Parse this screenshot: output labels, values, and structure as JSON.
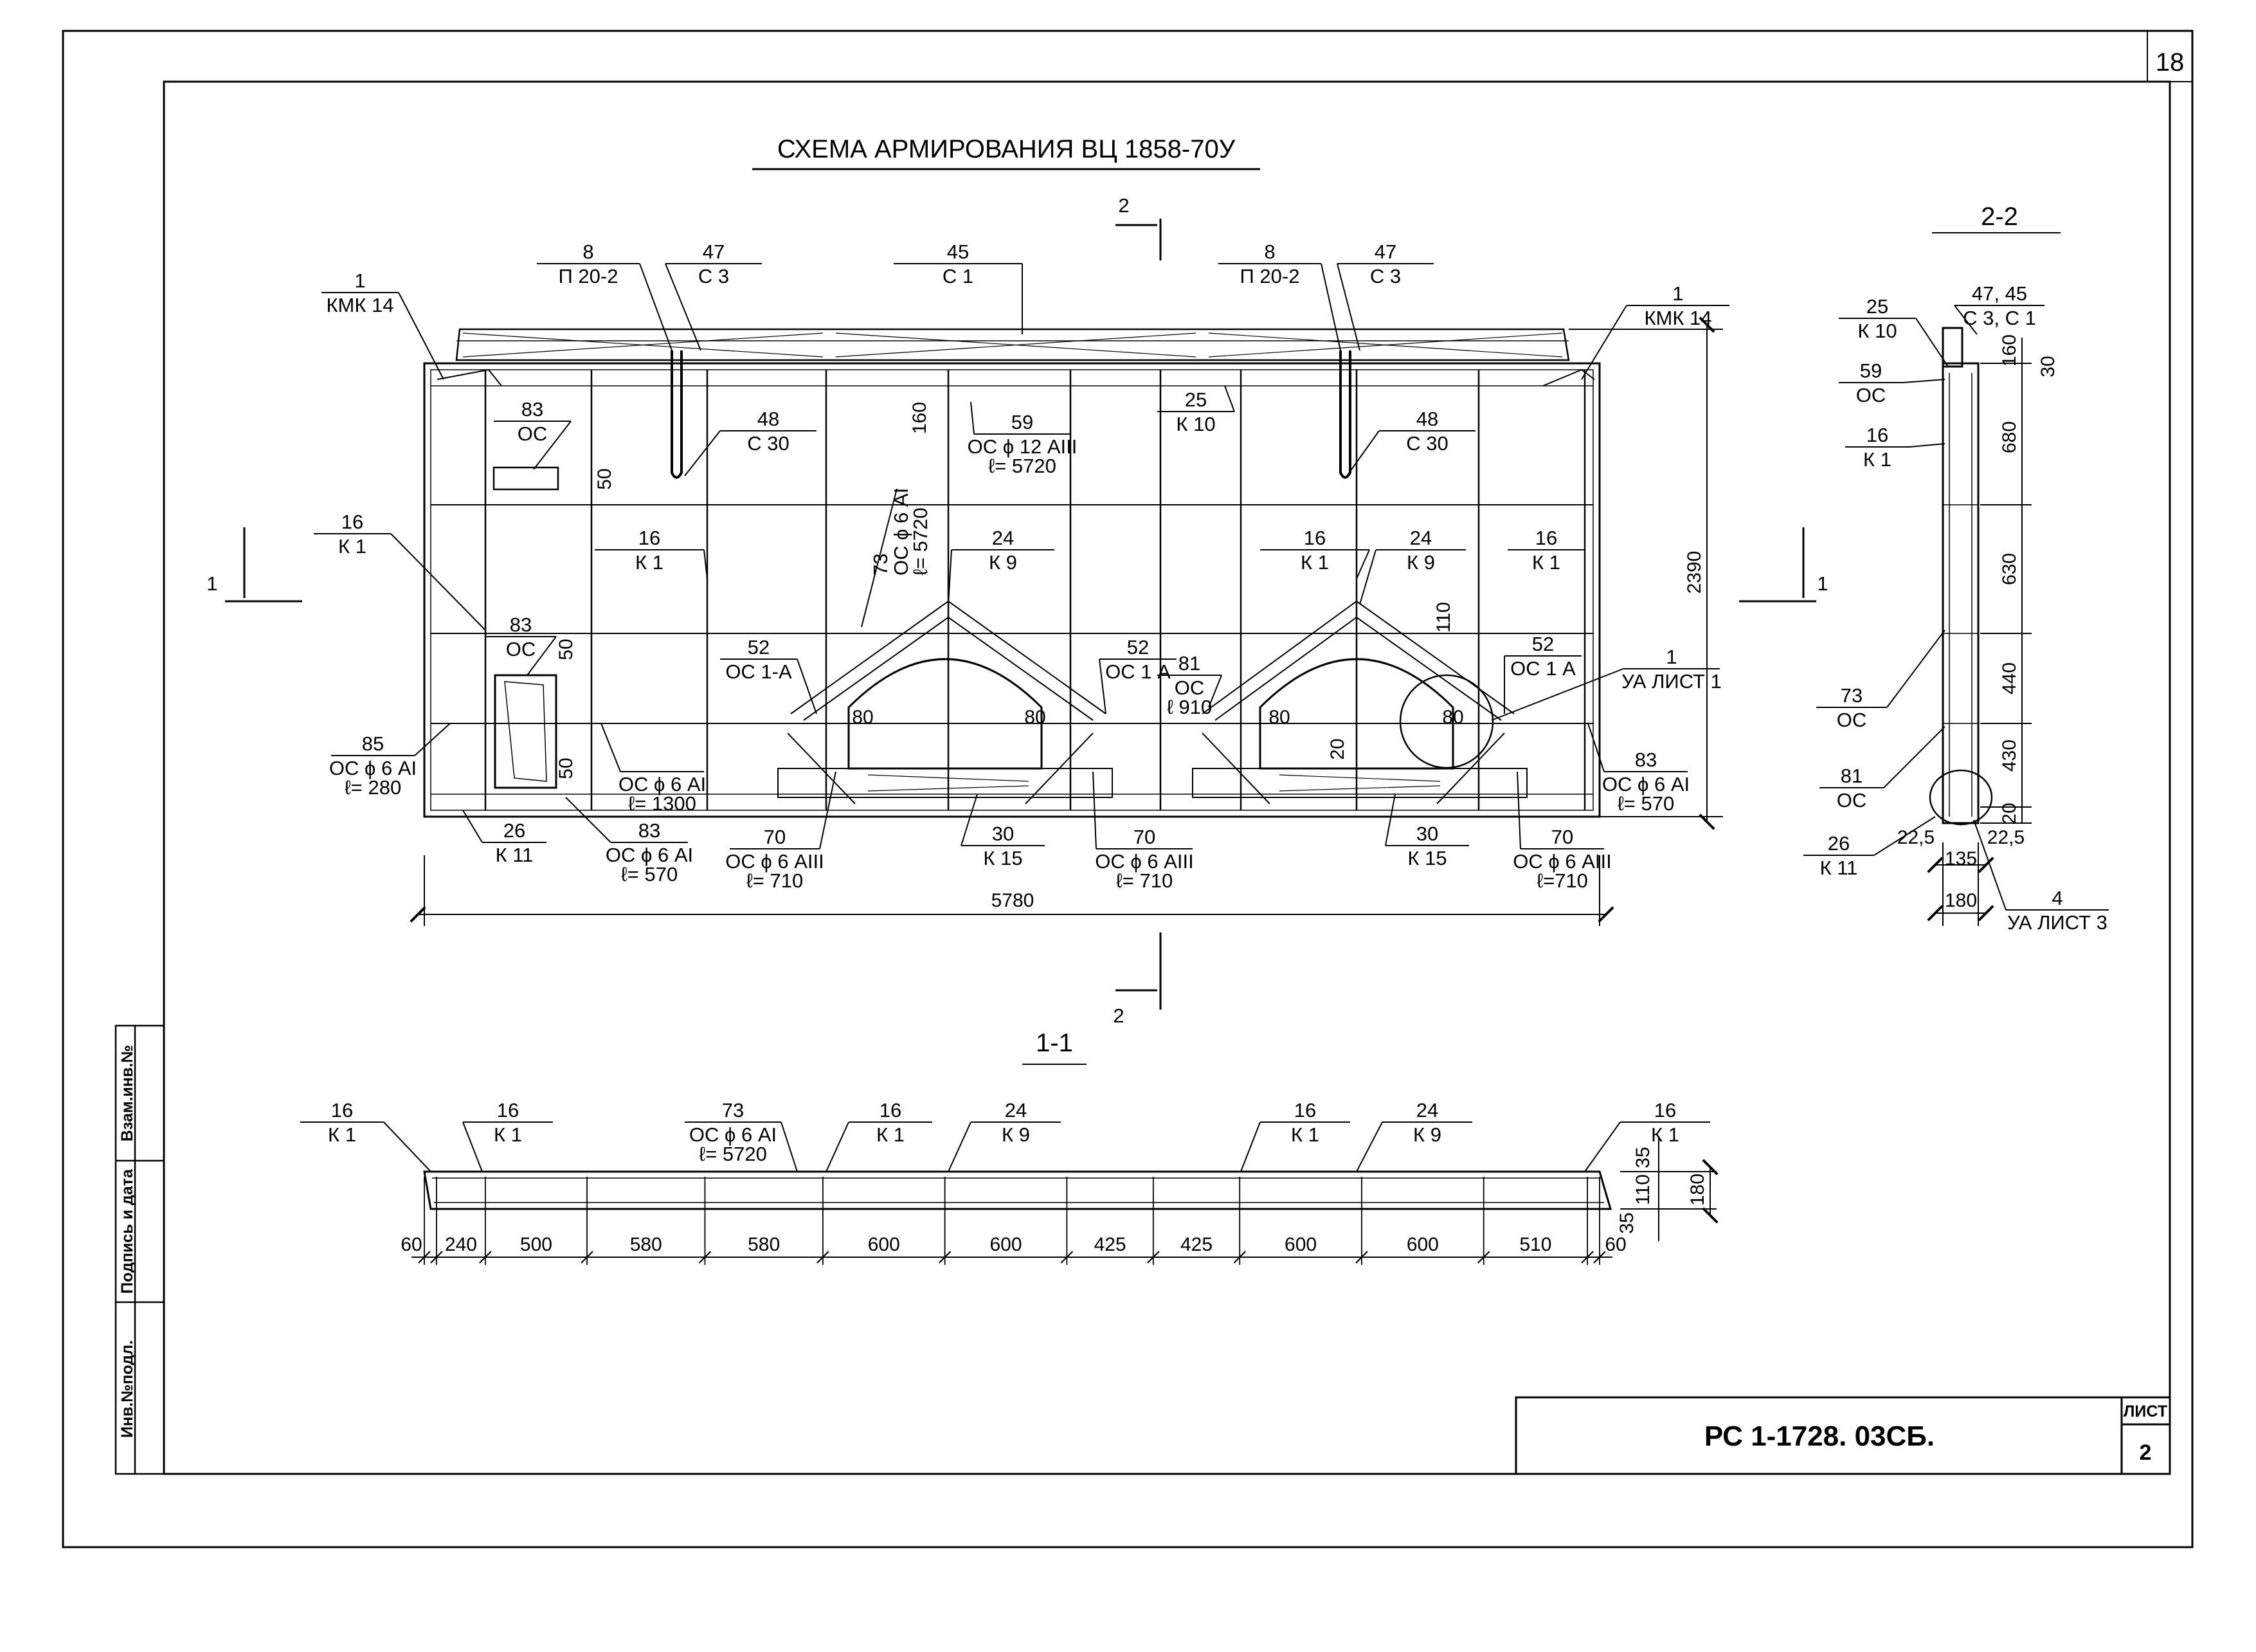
{
  "sheet_number": "18",
  "title": "СХЕМА АРМИРОВАНИЯ ВЦ 1858-70У",
  "section_marks": {
    "cut": "2",
    "left": "1",
    "right": "1",
    "bottom_cut": "2"
  },
  "sections": {
    "s11": "1-1",
    "s22": "2-2"
  },
  "elevation": {
    "callouts": [
      {
        "id": "c1a",
        "n": "1",
        "m": "КМК 14"
      },
      {
        "id": "c8a",
        "n": "8",
        "m": "П 20-2"
      },
      {
        "id": "c47a",
        "n": "47",
        "m": "С 3"
      },
      {
        "id": "c45",
        "n": "45",
        "m": "С 1"
      },
      {
        "id": "c8b",
        "n": "8",
        "m": "П 20-2"
      },
      {
        "id": "c47b",
        "n": "47",
        "m": "С 3"
      },
      {
        "id": "c1b",
        "n": "1",
        "m": "КМК 14"
      },
      {
        "id": "c83a",
        "n": "83",
        "m": "ОС"
      },
      {
        "id": "c48a",
        "n": "48",
        "m": "С 30"
      },
      {
        "id": "c59",
        "n": "59",
        "m": "ОС ϕ 12 АIII",
        "l": "ℓ= 5720"
      },
      {
        "id": "c25",
        "n": "25",
        "m": "К 10"
      },
      {
        "id": "c48b",
        "n": "48",
        "m": "С 30"
      },
      {
        "id": "c16a",
        "n": "16",
        "m": "К 1"
      },
      {
        "id": "c16b",
        "n": "16",
        "m": "К 1"
      },
      {
        "id": "c24a",
        "n": "24",
        "m": "К 9"
      },
      {
        "id": "c16c",
        "n": "16",
        "m": "К 1"
      },
      {
        "id": "c24b",
        "n": "24",
        "m": "К 9"
      },
      {
        "id": "c16d",
        "n": "16",
        "m": "К 1"
      },
      {
        "id": "c83b",
        "n": "83",
        "m": "ОС"
      },
      {
        "id": "c52a",
        "n": "52",
        "m": "ОС 1-А"
      },
      {
        "id": "c52b",
        "n": "52",
        "m": "ОС 1 А"
      },
      {
        "id": "c81",
        "n": "81",
        "m": "ОС",
        "l": "ℓ 910"
      },
      {
        "id": "c52c",
        "n": "52",
        "m": "ОС 1 А"
      },
      {
        "id": "c1c",
        "n": "1",
        "m": "УА ЛИСТ 1"
      },
      {
        "id": "c85",
        "n": "85",
        "m": "ОС ϕ 6 АI",
        "l": "ℓ= 280"
      },
      {
        "id": "c83c",
        "n": "",
        "m": "ОС ϕ 6 АI",
        "l": "ℓ= 1300"
      },
      {
        "id": "c83d",
        "n": "83",
        "m": "ОС ϕ 6 АI",
        "l": "ℓ= 570"
      },
      {
        "id": "c26",
        "n": "26",
        "m": "К 11"
      },
      {
        "id": "c83e",
        "n": "83",
        "m": "ОС ϕ 6 АI",
        "l": "ℓ= 570"
      },
      {
        "id": "c70a",
        "n": "70",
        "m": "ОС ϕ 6 АIII",
        "l": "ℓ= 710"
      },
      {
        "id": "c30a",
        "n": "30",
        "m": "К 15"
      },
      {
        "id": "c70b",
        "n": "70",
        "m": "ОС ϕ 6 АIII",
        "l": "ℓ= 710"
      },
      {
        "id": "c30b",
        "n": "30",
        "m": "К 15"
      },
      {
        "id": "c70c",
        "n": "70",
        "m": "ОС ϕ 6 АIII",
        "l": "ℓ=710"
      }
    ],
    "diag_label": {
      "n": "73",
      "m": "ОС ϕ 6 АI",
      "l": "ℓ= 5720"
    },
    "dims": {
      "len": "5780",
      "height": "2390",
      "d160": "160",
      "d110": "110",
      "d50a": "50",
      "d50b": "50",
      "d50c": "50",
      "d20": "20",
      "d80a": "80",
      "d80b": "80",
      "d80c": "80",
      "d80d": "80"
    }
  },
  "section22": {
    "callouts": [
      {
        "id": "s25",
        "n": "25",
        "m": "К 10"
      },
      {
        "id": "s4745",
        "n": "47, 45",
        "m": "С 3, С 1"
      },
      {
        "id": "s59",
        "n": "59",
        "m": "ОС"
      },
      {
        "id": "s16",
        "n": "16",
        "m": "К 1"
      },
      {
        "id": "s73",
        "n": "73",
        "m": "ОС"
      },
      {
        "id": "s81",
        "n": "81",
        "m": "ОС"
      },
      {
        "id": "s26",
        "n": "26",
        "m": "К 11"
      },
      {
        "id": "s4",
        "n": "4",
        "m": "УА ЛИСТ 3"
      }
    ],
    "dims": {
      "d160": "160",
      "d30": "30",
      "d680": "680",
      "d630": "630",
      "d440": "440",
      "d430": "430",
      "d20": "20",
      "d22a": "22,5",
      "d22b": "22,5",
      "d135": "135",
      "d180": "180"
    }
  },
  "section11": {
    "callouts": [
      {
        "id": "a16a",
        "n": "16",
        "m": "К 1"
      },
      {
        "id": "a16b",
        "n": "16",
        "m": "К 1"
      },
      {
        "id": "a73",
        "n": "73",
        "m": "ОС ϕ 6 АI",
        "l": "ℓ= 5720"
      },
      {
        "id": "a16c",
        "n": "16",
        "m": "К 1"
      },
      {
        "id": "a24a",
        "n": "24",
        "m": "К 9"
      },
      {
        "id": "a16d",
        "n": "16",
        "m": "К 1"
      },
      {
        "id": "a24b",
        "n": "24",
        "m": "К 9"
      },
      {
        "id": "a16e",
        "n": "16",
        "m": "К 1"
      }
    ],
    "bottom_dims": [
      "60",
      "240",
      "500",
      "580",
      "580",
      "600",
      "600",
      "425",
      "425",
      "600",
      "600",
      "510",
      "60"
    ],
    "side_dims": {
      "d35a": "35",
      "d110": "110",
      "d180": "180",
      "d35b": "35"
    }
  },
  "stamp": {
    "code": "РС 1-1728. 03СБ.",
    "sheet_label": "ЛИСТ",
    "sheet_no": "2",
    "side_cells": [
      "Инв.№подл.",
      "Подпись и дата",
      "Взам.инв.№"
    ]
  }
}
